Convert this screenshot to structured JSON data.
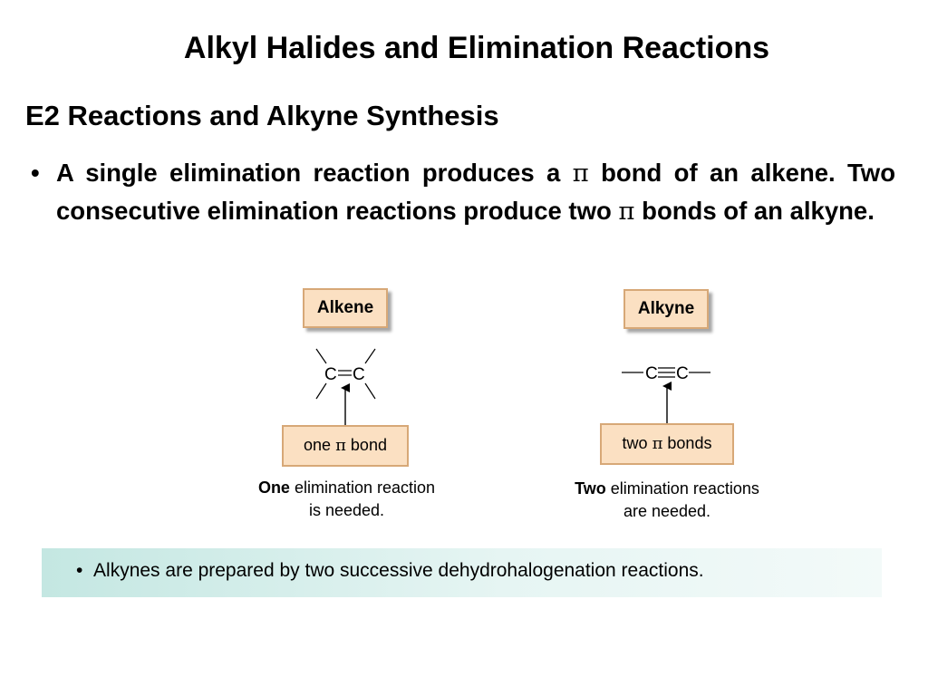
{
  "title": "Alkyl Halides and Elimination Reactions",
  "subtitle": "E2 Reactions and Alkyne Synthesis",
  "bullet": {
    "marker": "•",
    "text_part1": "A single elimination reaction produces a ",
    "pi_symbol": "π",
    "text_part2": " bond of an alkene. Two consecutive elimination reactions produce two ",
    "text_part3": " bonds of an alkyne."
  },
  "figure": {
    "alkene": {
      "label": "Alkene",
      "formula_left": "C",
      "formula_right": "C",
      "note_prefix": "one ",
      "note_pi": "π",
      "note_suffix": " bond",
      "caption_bold": "One",
      "caption_rest_line1": " elimination reaction",
      "caption_line2": "is needed."
    },
    "alkyne": {
      "label": "Alkyne",
      "formula_left": "C",
      "formula_right": "C",
      "note_prefix": "two ",
      "note_pi": "π",
      "note_suffix": " bonds",
      "caption_bold": "Two",
      "caption_rest_line1": " elimination reactions",
      "caption_line2": "are needed."
    }
  },
  "banner": {
    "marker": "•",
    "text": "Alkynes are prepared by two successive dehydrohalogenation reactions."
  },
  "colors": {
    "box_fill": "#fbe0c2",
    "box_border": "#d7a877",
    "banner_start": "#c4e7e2",
    "banner_end": "#f3faf9"
  }
}
